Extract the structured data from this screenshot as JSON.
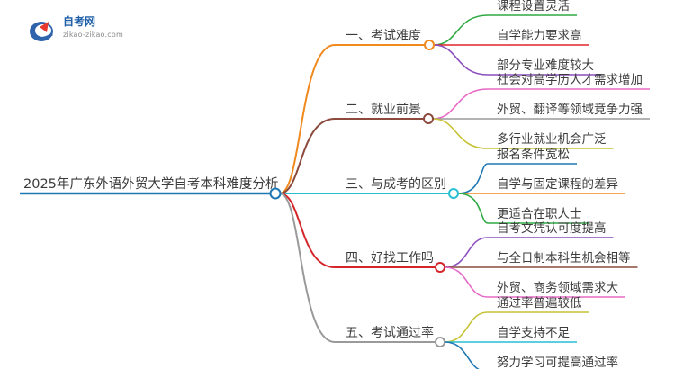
{
  "logo": {
    "name": "自考网",
    "url_text": "zikao-zikao.com"
  },
  "root": {
    "label": "2025年广东外语外贸大学自考本科难度分析",
    "color": "#1f78b4"
  },
  "branches": [
    {
      "label": "一、考试难度",
      "color": "#f0891e",
      "leaves": [
        {
          "label": "课程设置灵活",
          "color": "#2faa44"
        },
        {
          "label": "自学能力要求高",
          "color": "#e0262a"
        },
        {
          "label": "部分专业难度较大",
          "color": "#8a4fbe"
        }
      ]
    },
    {
      "label": "二、就业前景",
      "color": "#8b4a3c",
      "leaves": [
        {
          "label": "社会对高学历人才需求增加",
          "color": "#e66ac6"
        },
        {
          "label": "外贸、翻译等领域竞争力强",
          "color": "#9a9a9a"
        },
        {
          "label": "多行业就业机会广泛",
          "color": "#c6c235"
        }
      ]
    },
    {
      "label": "三、与成考的区别",
      "color": "#27bfd2",
      "leaves": [
        {
          "label": "报名条件宽松",
          "color": "#1f78b4"
        },
        {
          "label": "自学与固定课程的差异",
          "color": "#f0891e"
        },
        {
          "label": "更适合在职人士",
          "color": "#2faa44"
        }
      ]
    },
    {
      "label": "四、好找工作吗",
      "color": "#d4262a",
      "leaves": [
        {
          "label": "自考文凭认可度提高",
          "color": "#8a4fbe"
        },
        {
          "label": "与全日制本科生机会相等",
          "color": "#8b4a3c"
        },
        {
          "label": "外贸、商务领域需求大",
          "color": "#e66ac6"
        }
      ]
    },
    {
      "label": "五、考试通过率",
      "color": "#9a9a9a",
      "leaves": [
        {
          "label": "通过率普遍较低",
          "color": "#c6c235"
        },
        {
          "label": "自学支持不足",
          "color": "#27bfd2"
        },
        {
          "label": "努力学习可提高通过率",
          "color": "#1f78b4"
        }
      ]
    }
  ]
}
